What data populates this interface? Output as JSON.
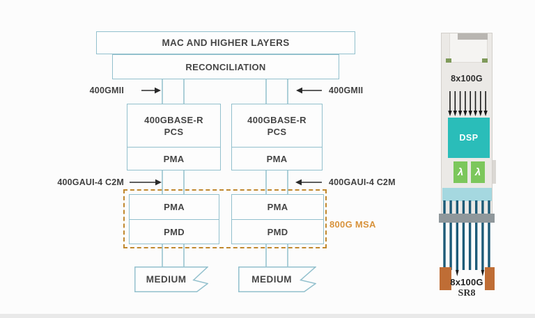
{
  "diagram": {
    "mac_label": "MAC AND HIGHER LAYERS",
    "reconciliation_label": "RECONCILIATION",
    "interface_labels": {
      "gmii_left": "400GMII",
      "gmii_right": "400GMII",
      "gaui_left": "400GAUI-4 C2M",
      "gaui_right": "400GAUI-4 C2M"
    },
    "pcs_stacks": [
      {
        "name_line1": "400GBASE-R",
        "name_line2": "PCS",
        "pma": "PMA"
      },
      {
        "name_line1": "400GBASE-R",
        "name_line2": "PCS",
        "pma": "PMA"
      }
    ],
    "msa_group": {
      "label": "800G MSA",
      "stacks": [
        {
          "pma": "PMA",
          "pmd": "PMD"
        },
        {
          "pma": "PMA",
          "pmd": "PMD"
        }
      ]
    },
    "mediums": [
      {
        "label": "MEDIUM"
      },
      {
        "label": "MEDIUM"
      }
    ]
  },
  "module": {
    "top_label": "8x100G",
    "dsp_label": "DSP",
    "lambda_symbol": "λ",
    "bottom_label": "8x100G",
    "bottom_sublabel": "SR8"
  },
  "colors": {
    "box_border": "#92c0cd",
    "msa_dashed_border": "#c0882e",
    "msa_label_text": "#d8923a",
    "dsp_teal": "#2abdb9",
    "lambda_green": "#7cc75c",
    "fiber_dark_teal": "#1d5b78",
    "foot_orange": "#bf6d35",
    "cyan_band": "#a5d8e0",
    "arrow_black": "#2a2a2a"
  }
}
